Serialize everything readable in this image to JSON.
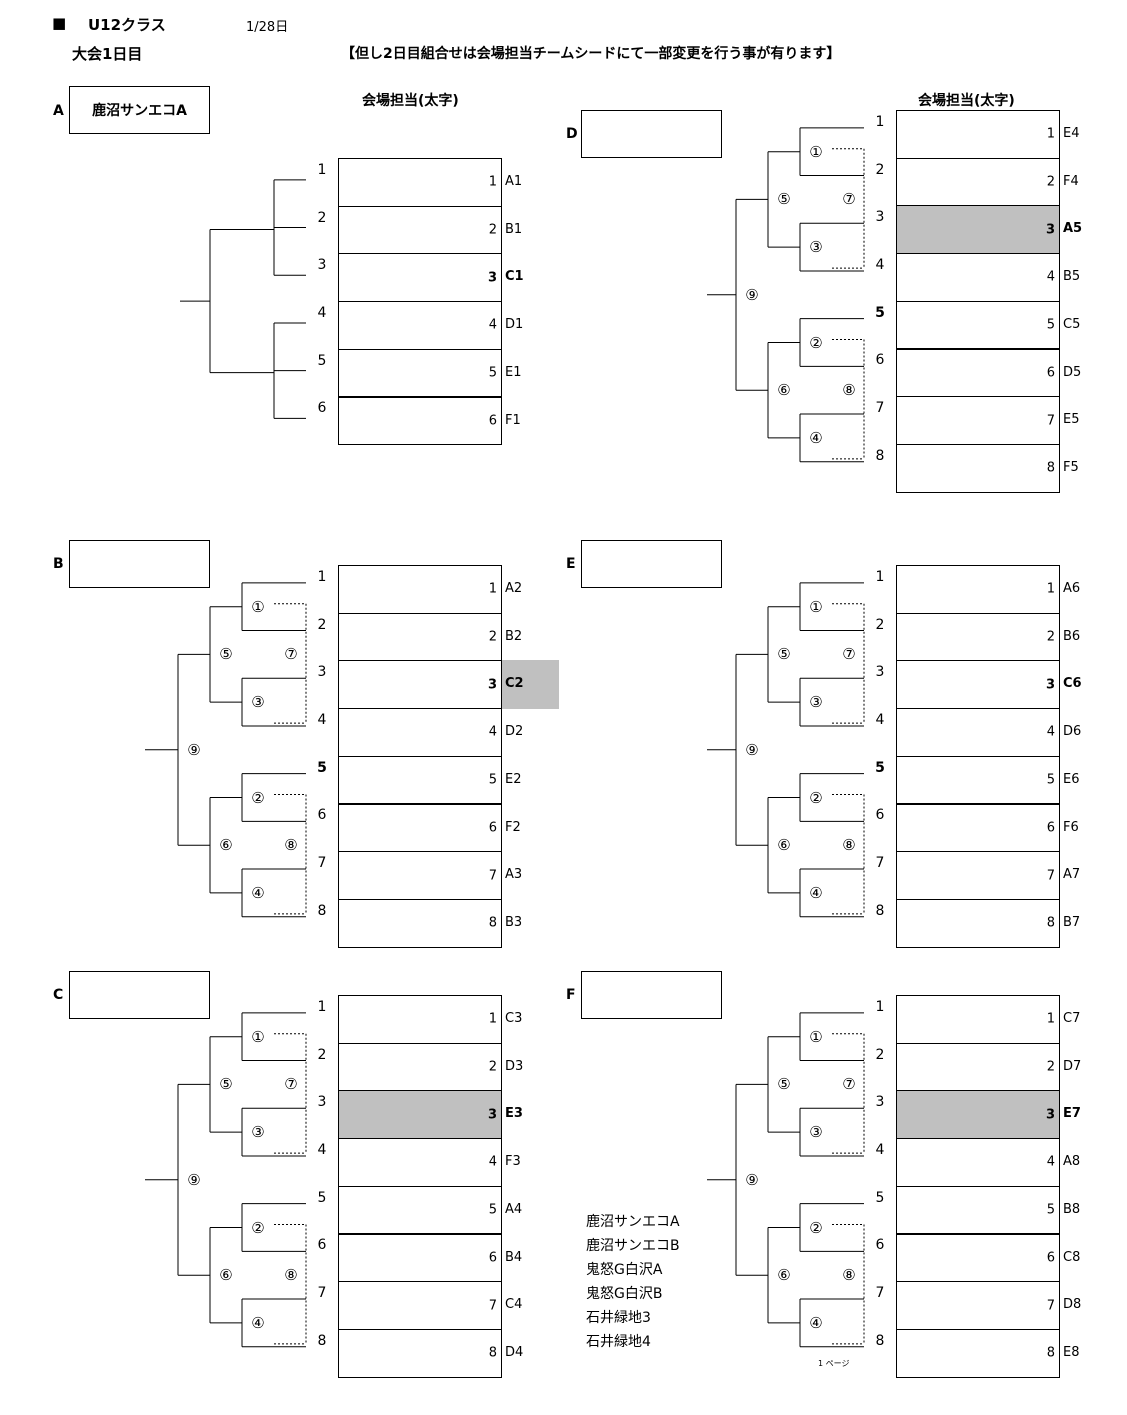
{
  "header": {
    "square": "■",
    "class_label": "U12クラス",
    "date": "1/28日",
    "day_label": "大会1日目",
    "note": "【但し2日目組合せは会場担当チームシードにて一部変更を行う事が有ります】",
    "venue_label": "会場担当(太字)"
  },
  "groups": [
    {
      "id": "A",
      "team": "鹿沼サンエコA",
      "seeds": [
        "1",
        "2",
        "3",
        "4",
        "5",
        "6"
      ],
      "slot_numbers": [
        "1",
        "2",
        "3",
        "4",
        "5",
        "6"
      ],
      "codes": [
        "A1",
        "B1",
        "C1",
        "D1",
        "E1",
        "F1"
      ],
      "highlight_index": 2,
      "shaded_slot": false,
      "shaded_code": false
    },
    {
      "id": "B",
      "team": "",
      "seeds": [
        "1",
        "2",
        "3",
        "4",
        "5",
        "6",
        "7",
        "8"
      ],
      "slot_numbers": [
        "1",
        "2",
        "3",
        "4",
        "5",
        "6",
        "7",
        "8"
      ],
      "codes": [
        "A2",
        "B2",
        "C2",
        "D2",
        "E2",
        "F2",
        "A3",
        "B3"
      ],
      "highlight_index": 2,
      "shaded_slot": false,
      "shaded_code": true,
      "matches": [
        "①",
        "②",
        "③",
        "④",
        "⑤",
        "⑥",
        "⑦",
        "⑧",
        "⑨"
      ]
    },
    {
      "id": "C",
      "team": "",
      "seeds": [
        "1",
        "2",
        "3",
        "4",
        "5",
        "6",
        "7",
        "8"
      ],
      "slot_numbers": [
        "1",
        "2",
        "3",
        "4",
        "5",
        "6",
        "7",
        "8"
      ],
      "codes": [
        "C3",
        "D3",
        "E3",
        "F3",
        "A4",
        "B4",
        "C4",
        "D4"
      ],
      "highlight_index": 2,
      "shaded_slot": true,
      "shaded_code": false,
      "matches": [
        "①",
        "②",
        "③",
        "④",
        "⑤",
        "⑥",
        "⑦",
        "⑧",
        "⑨"
      ]
    },
    {
      "id": "D",
      "team": "",
      "seeds": [
        "1",
        "2",
        "3",
        "4",
        "5",
        "6",
        "7",
        "8"
      ],
      "slot_numbers": [
        "1",
        "2",
        "3",
        "4",
        "5",
        "6",
        "7",
        "8"
      ],
      "codes": [
        "E4",
        "F4",
        "A5",
        "B5",
        "C5",
        "D5",
        "E5",
        "F5"
      ],
      "highlight_index": 2,
      "shaded_slot": true,
      "shaded_code": false,
      "matches": [
        "①",
        "②",
        "③",
        "④",
        "⑤",
        "⑥",
        "⑦",
        "⑧",
        "⑨"
      ]
    },
    {
      "id": "E",
      "team": "",
      "seeds": [
        "1",
        "2",
        "3",
        "4",
        "5",
        "6",
        "7",
        "8"
      ],
      "slot_numbers": [
        "1",
        "2",
        "3",
        "4",
        "5",
        "6",
        "7",
        "8"
      ],
      "codes": [
        "A6",
        "B6",
        "C6",
        "D6",
        "E6",
        "F6",
        "A7",
        "B7"
      ],
      "highlight_index": 2,
      "shaded_slot": false,
      "shaded_code": false,
      "matches": [
        "①",
        "②",
        "③",
        "④",
        "⑤",
        "⑥",
        "⑦",
        "⑧",
        "⑨"
      ]
    },
    {
      "id": "F",
      "team": "",
      "seeds": [
        "1",
        "2",
        "3",
        "4",
        "5",
        "6",
        "7",
        "8"
      ],
      "slot_numbers": [
        "1",
        "2",
        "3",
        "4",
        "5",
        "6",
        "7",
        "8"
      ],
      "codes": [
        "C7",
        "D7",
        "E7",
        "A8",
        "B8",
        "C8",
        "D8",
        "E8"
      ],
      "highlight_index": 2,
      "shaded_slot": true,
      "shaded_code": false,
      "matches": [
        "①",
        "②",
        "③",
        "④",
        "⑤",
        "⑥",
        "⑦",
        "⑧",
        "⑨"
      ]
    }
  ],
  "team_list": [
    "鹿沼サンエコA",
    "鹿沼サンエコB",
    "鬼怒G白沢A",
    "鬼怒G白沢B",
    "石井緑地3",
    "石井緑地4"
  ],
  "footer": "1 ページ"
}
